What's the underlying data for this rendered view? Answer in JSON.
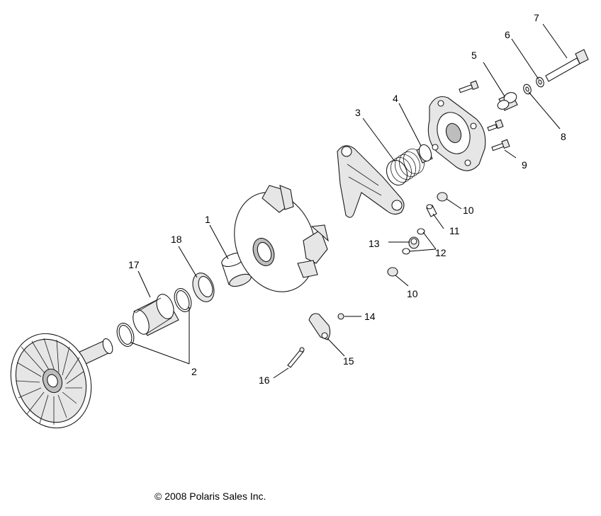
{
  "callouts": {
    "c1": "1",
    "c2": "2",
    "c3": "3",
    "c4": "4",
    "c5": "5",
    "c6": "6",
    "c7": "7",
    "c8": "8",
    "c9": "9",
    "c10a": "10",
    "c10b": "10",
    "c11": "11",
    "c12": "12",
    "c13": "13",
    "c14": "14",
    "c15": "15",
    "c16": "16",
    "c17": "17",
    "c18": "18"
  },
  "copyright": "© 2008 Polaris Sales Inc."
}
